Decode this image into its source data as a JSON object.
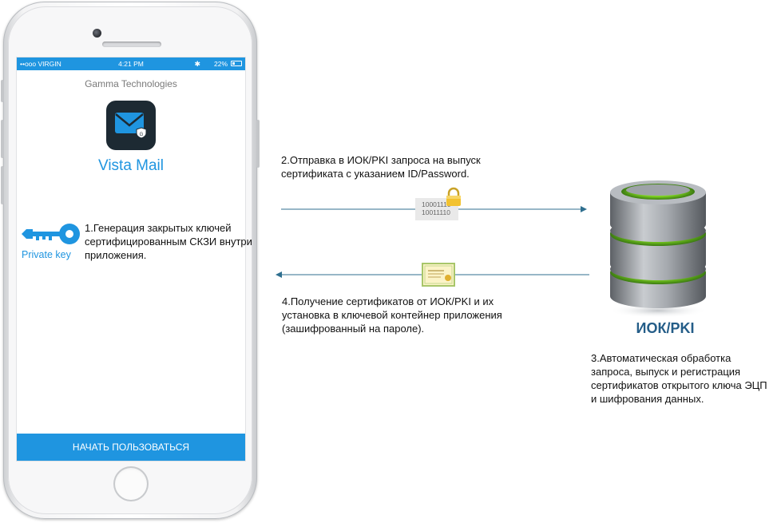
{
  "status_bar": {
    "carrier": "••ooo VIRGIN",
    "time": "4:21 PM",
    "battery": "22%"
  },
  "app": {
    "company": "Gamma Technologies",
    "name": "Vista Mail",
    "icon": "mail-shield-icon",
    "start_button": "НАЧАТЬ ПОЛЬЗОВАТЬСЯ"
  },
  "private_key": {
    "label": "Private key",
    "icon": "key-icon"
  },
  "steps": {
    "step1": "1.Генерация закрытых ключей сертифицированным СКЗИ внутри приложения.",
    "step2": "2.Отправка в ИОК/PKI запроса на выпуск сертификата с указанием ID/Password.",
    "step3": "3.Автоматическая обработка запроса, выпуск и регистрация сертификатов открытого ключа ЭЦП и шифрования данных.",
    "step4": "4.Получение сертификатов от ИОК/PKI и их установка в ключевой контейнер приложения (зашифрованный на пароле)."
  },
  "binary": [
    "10001110",
    "10011110"
  ],
  "server": {
    "label": "ИОК/PKI",
    "icon": "database-server-icon"
  },
  "colors": {
    "accent": "#1f95e0",
    "server_label": "#245d88",
    "arrow": "#2f6f8f",
    "server_glow": "#7ed321"
  }
}
